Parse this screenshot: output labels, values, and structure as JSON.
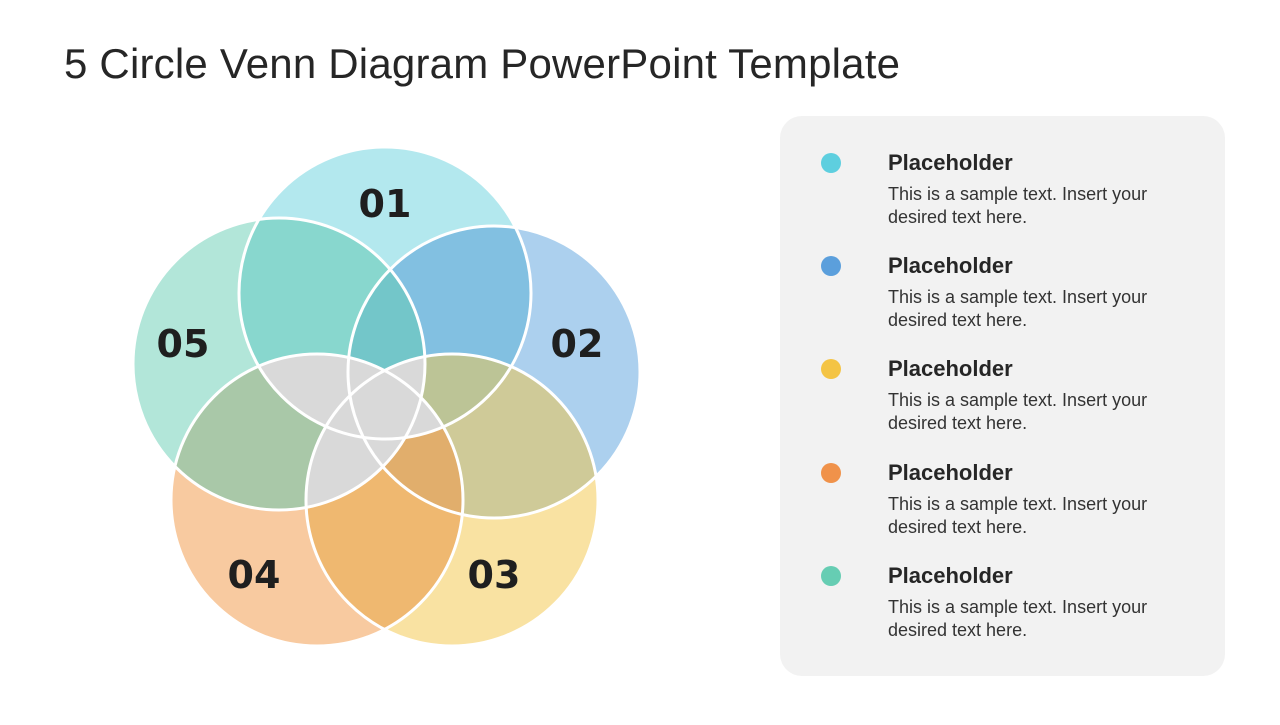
{
  "slide": {
    "title": "5 Circle Venn Diagram PowerPoint Template"
  },
  "venn": {
    "circles": [
      {
        "label": "01",
        "color": "#6fd0de"
      },
      {
        "label": "02",
        "color": "#5b9fdc"
      },
      {
        "label": "03",
        "color": "#f4c64a"
      },
      {
        "label": "04",
        "color": "#f39a4a"
      },
      {
        "label": "05",
        "color": "#6ccfb2"
      }
    ],
    "center_color": "#d9d9d9"
  },
  "legend": {
    "items": [
      {
        "title": "Placeholder",
        "text": "This is a sample text. Insert your desired text here.",
        "color": "#5ecfdf"
      },
      {
        "title": "Placeholder",
        "text": "This is a sample text. Insert your desired text here.",
        "color": "#5b9fdc"
      },
      {
        "title": "Placeholder",
        "text": "This is a sample text. Insert your desired text here.",
        "color": "#f4c444"
      },
      {
        "title": "Placeholder",
        "text": "This is a sample text. Insert your desired text here.",
        "color": "#f0924a"
      },
      {
        "title": "Placeholder",
        "text": "This is a sample text. Insert your desired text here.",
        "color": "#66cdb3"
      }
    ]
  }
}
